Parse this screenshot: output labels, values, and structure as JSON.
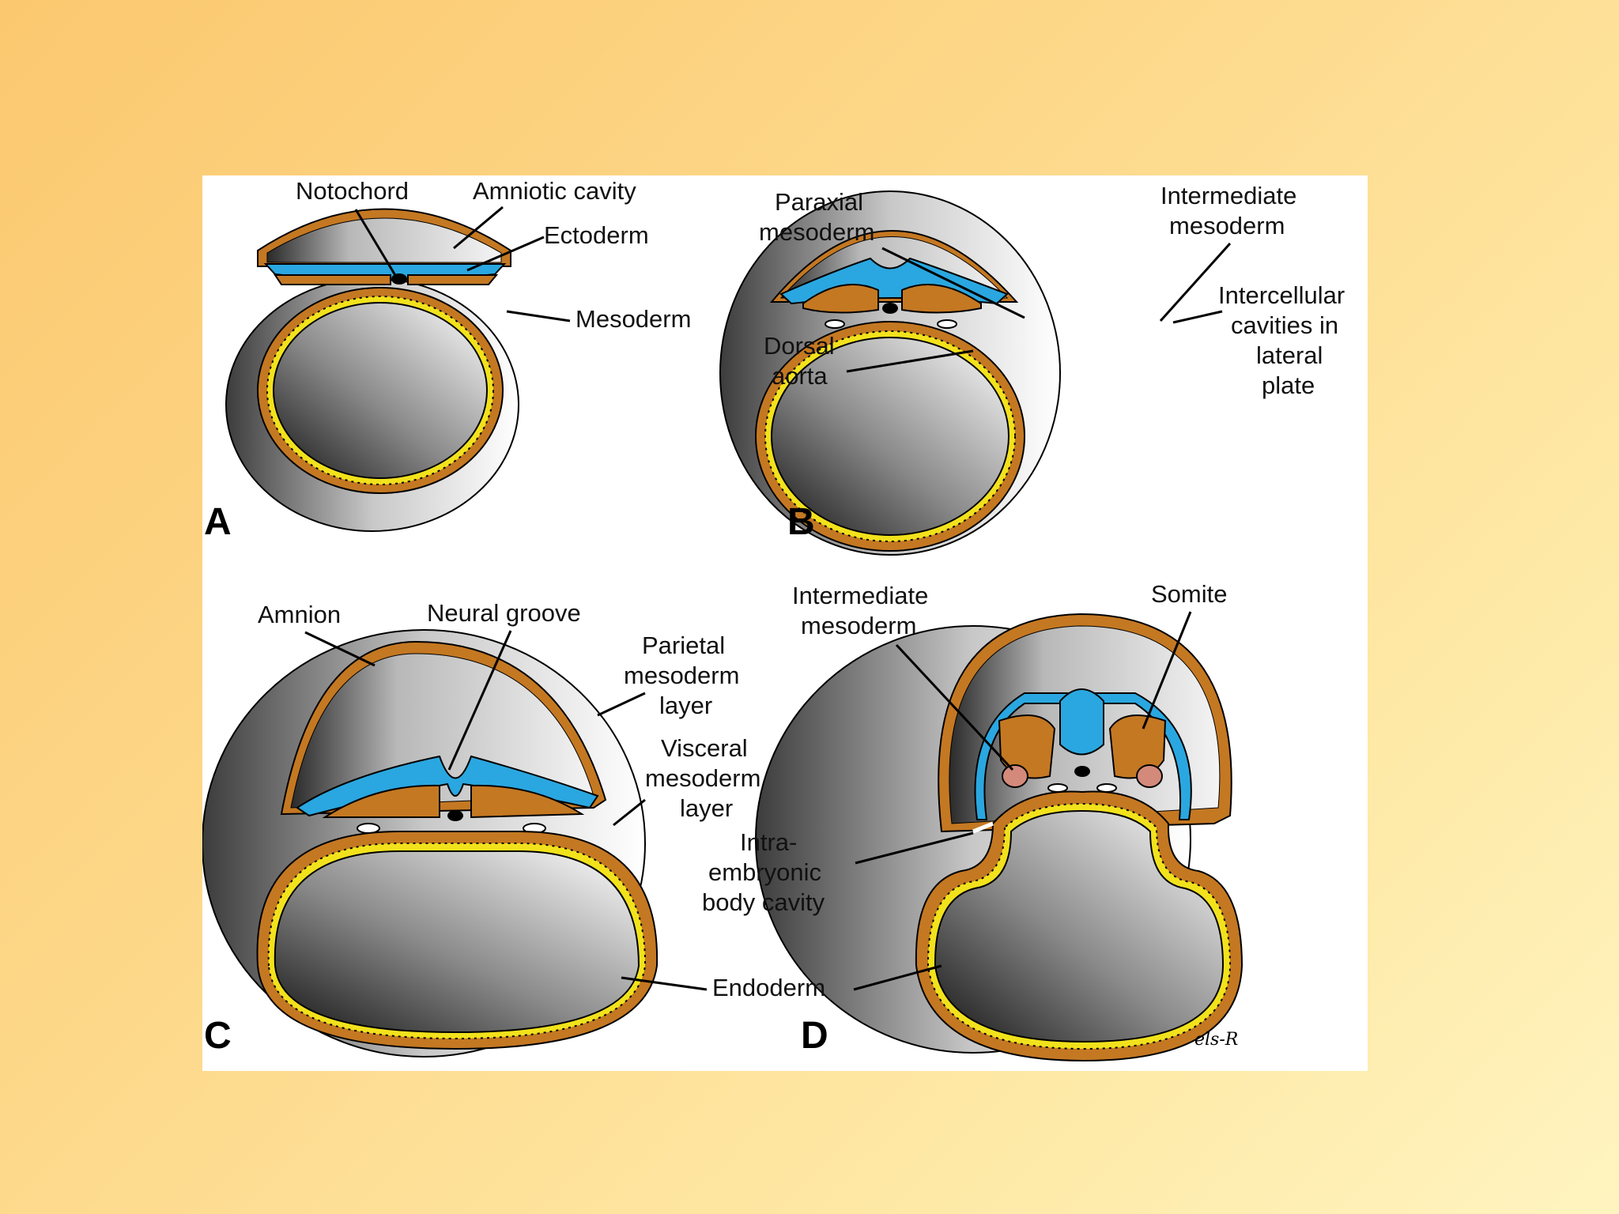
{
  "colors": {
    "ectoderm": "#2aa7e0",
    "mesoderm": "#c47822",
    "endoderm": "#f2e21c",
    "somite_pink": "#d48a7a",
    "background_gradient": [
      "#fbc86f",
      "#fff4c0"
    ]
  },
  "panels": {
    "a": {
      "letter": "A",
      "labels": {
        "notochord": "Notochord",
        "amniotic_cavity": "Amniotic cavity",
        "ectoderm": "Ectoderm",
        "mesoderm": "Mesoderm"
      }
    },
    "b": {
      "letter": "B",
      "labels": {
        "paraxial": [
          "Paraxial",
          "mesoderm"
        ],
        "intermediate": [
          "Intermediate",
          "mesoderm"
        ],
        "intercellular": [
          "Intercellular",
          "cavities in",
          "lateral",
          "plate"
        ],
        "dorsal_aorta": [
          "Dorsal",
          "aorta"
        ]
      }
    },
    "c": {
      "letter": "C",
      "labels": {
        "amnion": "Amnion",
        "neural_groove": "Neural groove",
        "parietal": [
          "Parietal",
          "mesoderm",
          "layer"
        ],
        "visceral": [
          "Visceral",
          "mesoderm",
          "layer"
        ]
      }
    },
    "d": {
      "letter": "D",
      "labels": {
        "intermediate": [
          "Intermediate",
          "mesoderm"
        ],
        "somite": "Somite",
        "intraembryonic": [
          "Intra-",
          "embryonic",
          "body cavity"
        ]
      }
    },
    "shared": {
      "endoderm": "Endoderm"
    }
  },
  "signature": "els-R"
}
